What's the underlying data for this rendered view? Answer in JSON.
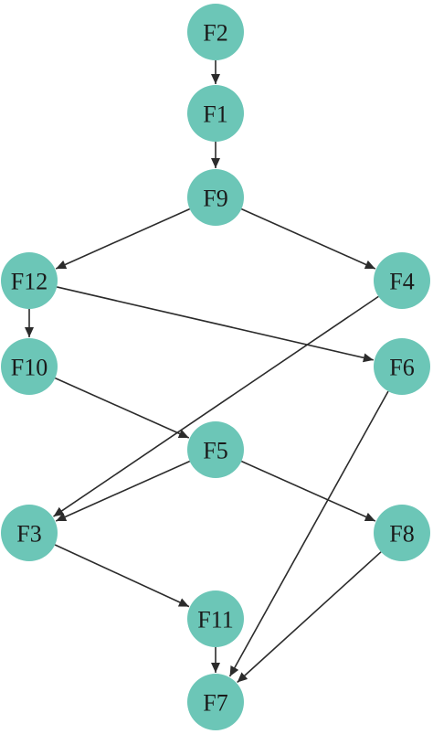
{
  "colors": {
    "node_fill": "#6cc6b7",
    "edge": "#2b2b2b",
    "background": "#ffffff"
  },
  "nodes": [
    {
      "id": "F2",
      "label": "F2"
    },
    {
      "id": "F1",
      "label": "F1"
    },
    {
      "id": "F9",
      "label": "F9"
    },
    {
      "id": "F12",
      "label": "F12"
    },
    {
      "id": "F4",
      "label": "F4"
    },
    {
      "id": "F10",
      "label": "F10"
    },
    {
      "id": "F6",
      "label": "F6"
    },
    {
      "id": "F5",
      "label": "F5"
    },
    {
      "id": "F3",
      "label": "F3"
    },
    {
      "id": "F8",
      "label": "F8"
    },
    {
      "id": "F11",
      "label": "F11"
    },
    {
      "id": "F7",
      "label": "F7"
    }
  ],
  "edges": [
    {
      "from": "F2",
      "to": "F1"
    },
    {
      "from": "F1",
      "to": "F9"
    },
    {
      "from": "F9",
      "to": "F12"
    },
    {
      "from": "F9",
      "to": "F4"
    },
    {
      "from": "F12",
      "to": "F10"
    },
    {
      "from": "F12",
      "to": "F6"
    },
    {
      "from": "F4",
      "to": "F3"
    },
    {
      "from": "F10",
      "to": "F5"
    },
    {
      "from": "F5",
      "to": "F3"
    },
    {
      "from": "F5",
      "to": "F8"
    },
    {
      "from": "F6",
      "to": "F7"
    },
    {
      "from": "F3",
      "to": "F11"
    },
    {
      "from": "F8",
      "to": "F7"
    },
    {
      "from": "F11",
      "to": "F7"
    }
  ]
}
